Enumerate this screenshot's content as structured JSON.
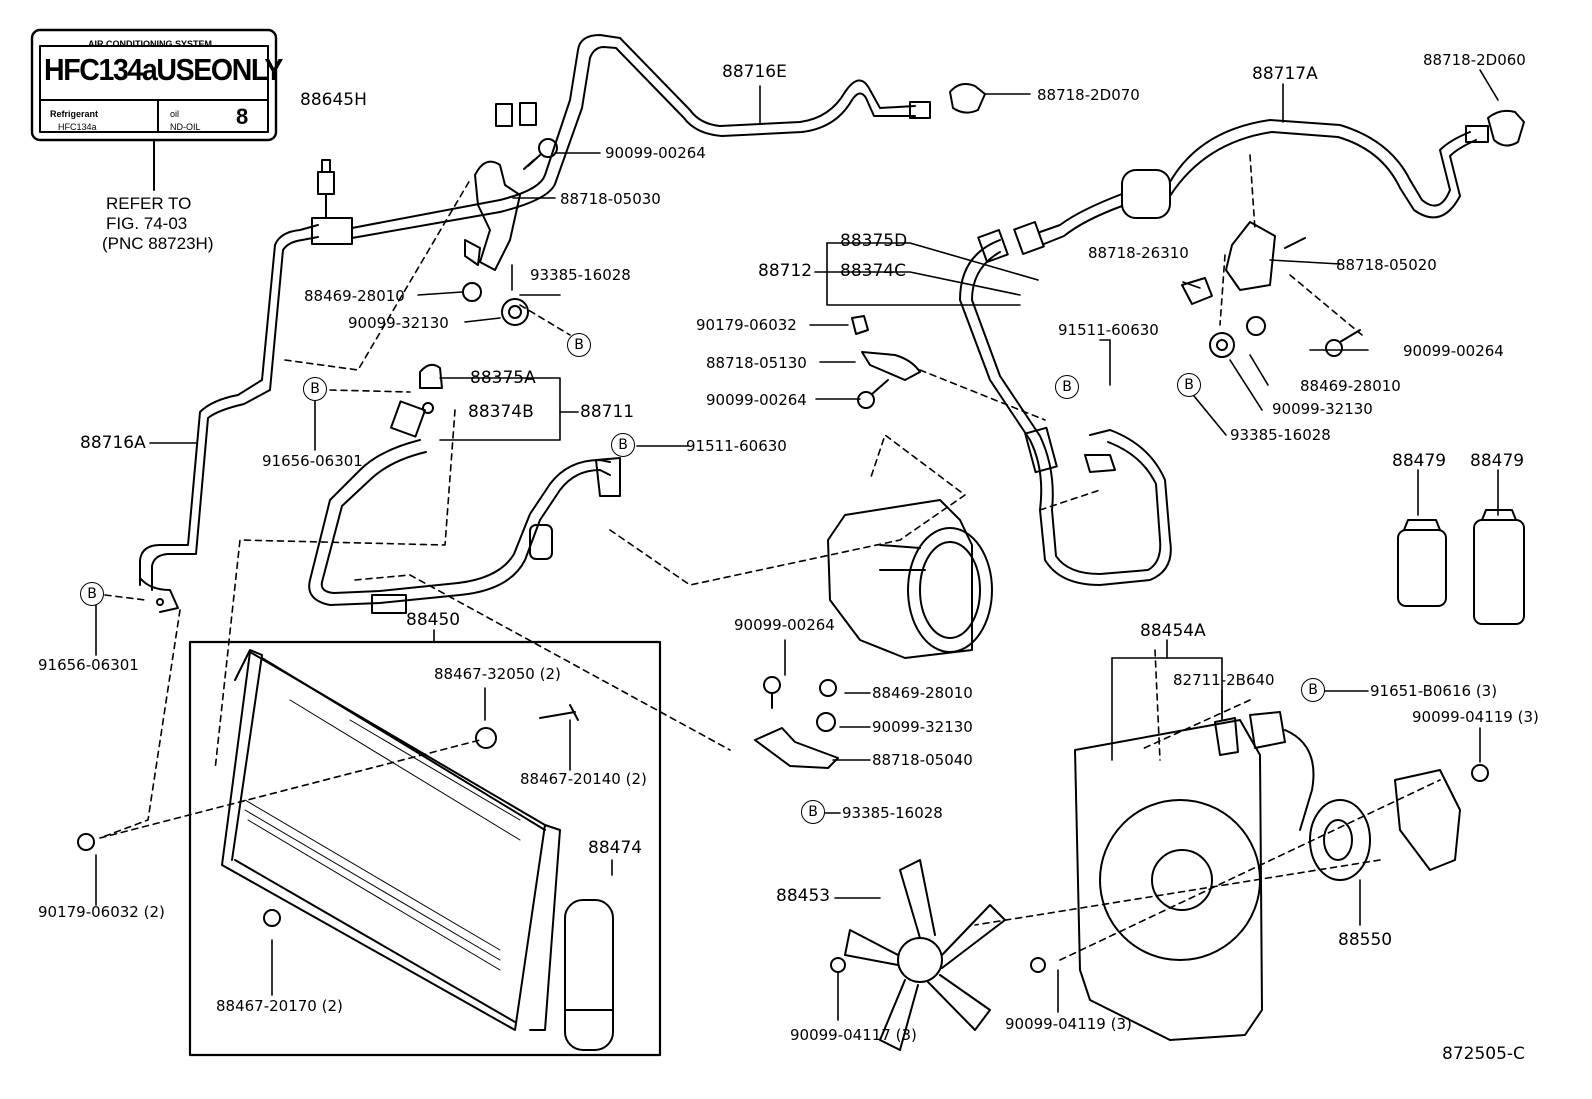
{
  "label_card": {
    "heading": "AIR CONDITIONING SYSTEM",
    "main_text": "HFC134aUSEONLY",
    "refrigerant_label": "Refrigerant",
    "refrigerant_value": "HFC134a",
    "oil_label": "oil",
    "oil_value": "ND-OIL",
    "oil_number": "8"
  },
  "refer_note": {
    "line1": "REFER TO",
    "line2": "FIG. 74-03",
    "line3": "(PNC 88723H)"
  },
  "badge_letter": "B",
  "parts": {
    "p88645H": "88645H",
    "p88716E": "88716E",
    "p88718_2D070": "88718-2D070",
    "p88717A": "88717A",
    "p88718_2D060": "88718-2D060",
    "p90099_00264_a": "90099-00264",
    "p88718_05030": "88718-05030",
    "p93385_16028_a": "93385-16028",
    "p88469_28010_a": "88469-28010",
    "p90099_32130_a": "90099-32130",
    "p88375D": "88375D",
    "p88712": "88712",
    "p88374C": "88374C",
    "p88718_26310": "88718-26310",
    "p88718_05020": "88718-05020",
    "p90179_06032_a": "90179-06032",
    "p91511_60630_a": "91511-60630",
    "p88718_05130": "88718-05130",
    "p90099_00264_b": "90099-00264",
    "p90099_00264_c": "90099-00264",
    "p88469_28010_b": "88469-28010",
    "p90099_32130_b": "90099-32130",
    "p93385_16028_b": "93385-16028",
    "p88375A": "88375A",
    "p88374B": "88374B",
    "p88711": "88711",
    "p88716A": "88716A",
    "p91656_06301_a": "91656-06301",
    "p91511_60630_b": "91511-60630",
    "p88479_a": "88479",
    "p88479_b": "88479",
    "p91656_06301_b": "91656-06301",
    "p88450": "88450",
    "p88467_32050": "88467-32050 (2)",
    "p88467_20140": "88467-20140 (2)",
    "p88474": "88474",
    "p90179_06032_b": "90179-06032 (2)",
    "p88467_20170": "88467-20170 (2)",
    "p90099_00264_d": "90099-00264",
    "p88469_28010_c": "88469-28010",
    "p90099_32130_c": "90099-32130",
    "p88718_05040": "88718-05040",
    "p93385_16028_c": "93385-16028",
    "p88454A": "88454A",
    "p82711_2B640": "82711-2B640",
    "p91651_B0616": "91651-B0616 (3)",
    "p90099_04119_a": "90099-04119 (3)",
    "p88453": "88453",
    "p88550": "88550",
    "p90099_04117": "90099-04117 (3)",
    "p90099_04119_b": "90099-04119 (3)"
  },
  "figure_code": "872505-C"
}
